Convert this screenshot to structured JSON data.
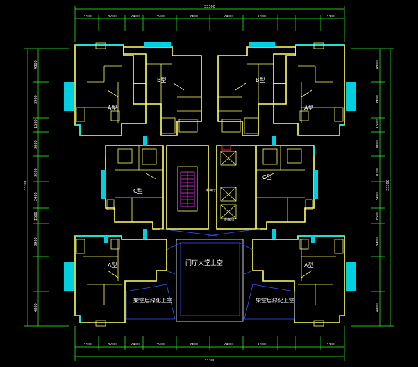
{
  "labels": {
    "lobby_void": "门厅大堂上空",
    "garden_void_left": "架空层绿化上空",
    "garden_void_right": "架空层绿化上空",
    "unit_a_tl": "A型",
    "unit_a_tr": "A型",
    "unit_a_bl": "A型",
    "unit_a_br": "A型",
    "unit_b_l": "B型",
    "unit_b_r": "B型",
    "unit_c_l": "C型",
    "unit_c_r": "C型",
    "corridor": "电梯厅",
    "stair_room": "楼梯间"
  },
  "dims": {
    "top_total": "33300",
    "bottom_total": "33300",
    "left_total": "33300",
    "right_total": "33300",
    "top_segments": [
      "3300",
      "3700",
      "2400",
      "3900",
      "3900",
      "2400",
      "3700",
      "3300"
    ],
    "bottom_segments": [
      "3300",
      "3700",
      "2400",
      "3900",
      "3900",
      "2400",
      "3700",
      "3300"
    ],
    "left_segments": [
      "4800",
      "3900",
      "1500",
      "3000",
      "3000",
      "2400",
      "1500",
      "3900",
      "4800"
    ],
    "right_segments": [
      "4800",
      "3900",
      "1500",
      "3000",
      "3000",
      "2400",
      "1500",
      "3900",
      "4800"
    ]
  },
  "colors": {
    "background": "#000000",
    "walls": "#ffff66",
    "windows": "#00ffff",
    "dimension_lines": "#33ff33",
    "stair": "#ff33ff",
    "void_outline": "#3355ff"
  }
}
